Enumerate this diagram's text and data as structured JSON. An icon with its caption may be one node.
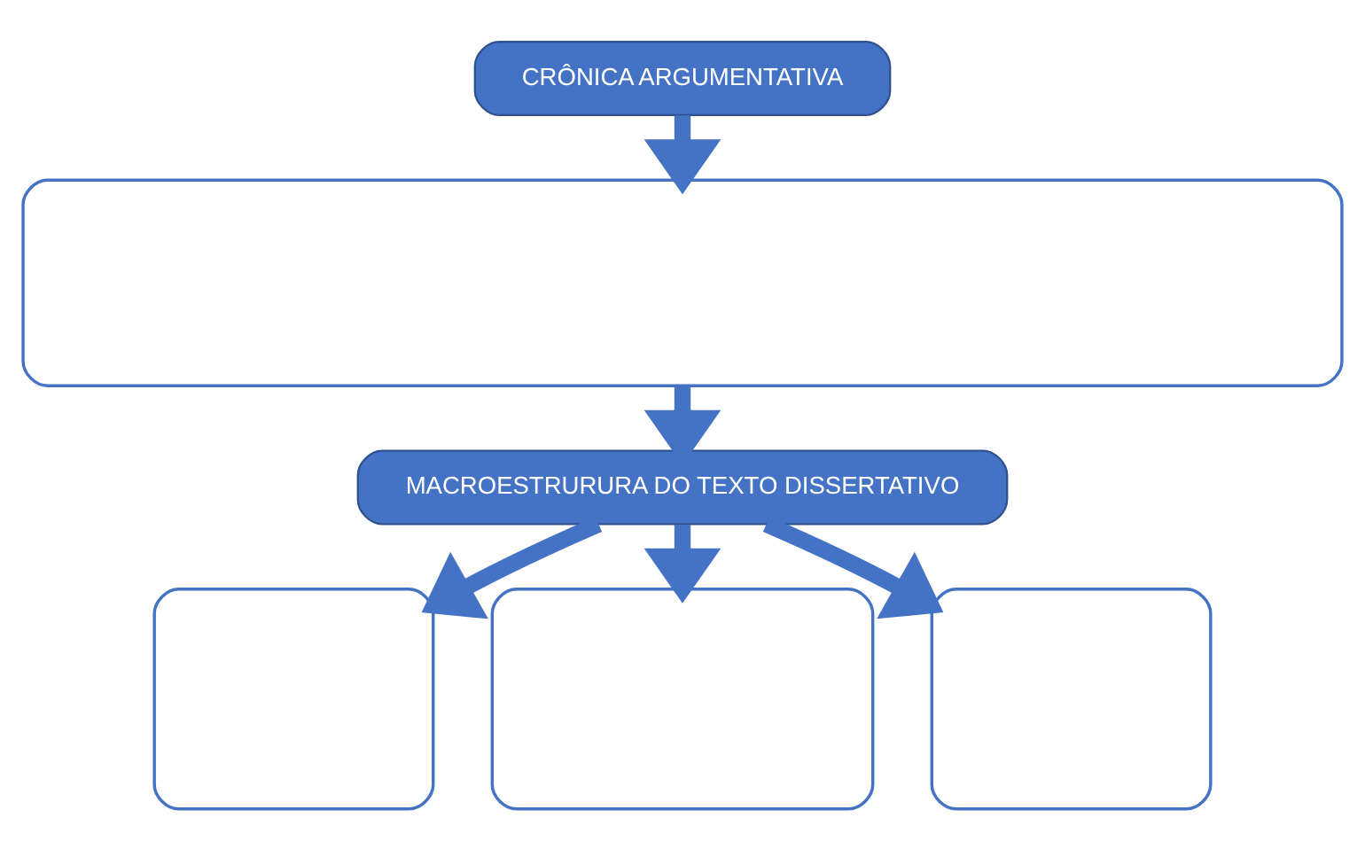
{
  "diagram": {
    "nodes": [
      {
        "text": [
          "CRÔNICA ARGUMENTATIVA"
        ]
      },
      {
        "text": [],
        "shape": "box"
      },
      {
        "text": [
          "MACROESTRURURA DO TEXTO DISSERTATIVO"
        ]
      },
      {
        "text": [],
        "shape": "box"
      },
      {
        "text": [],
        "shape": "box"
      },
      {
        "text": [],
        "shape": "box"
      }
    ],
    "edges": [
      {
        "from": 0,
        "to": 1,
        "arrow": "to"
      },
      {
        "from": 1,
        "to": 2,
        "arrow": "to"
      },
      {
        "from": 2,
        "to": 3,
        "arrow": "to"
      },
      {
        "from": 2,
        "to": 4,
        "arrow": "to"
      },
      {
        "from": 2,
        "to": 5,
        "arrow": "to"
      }
    ]
  }
}
